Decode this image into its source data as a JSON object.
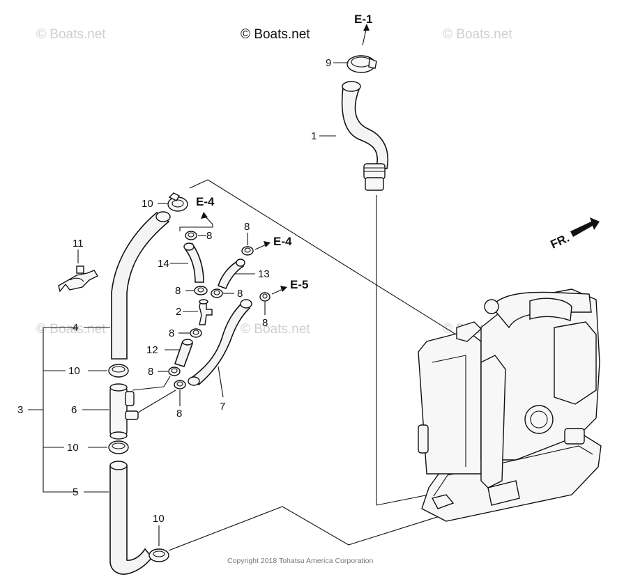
{
  "watermarks": {
    "main": "© Boats.net",
    "faded": "© Boats.net"
  },
  "copyright": "Copyright 2018 Tohatsu America Corporation",
  "references": {
    "e1": "E-1",
    "e4_top": "E-4",
    "e4_right": "E-4",
    "e5": "E-5",
    "front": "FR."
  },
  "labels": {
    "p1": "1",
    "p2": "2",
    "p3": "3",
    "p4": "4",
    "p5": "5",
    "p6": "6",
    "p7": "7",
    "p8_a": "8",
    "p8_b": "8",
    "p8_c": "8",
    "p8_d": "8",
    "p8_e": "8",
    "p8_f": "8",
    "p8_g": "8",
    "p8_h": "8",
    "p9": "9",
    "p10_a": "10",
    "p10_b": "10",
    "p10_c": "10",
    "p10_d": "10",
    "p11": "11",
    "p12": "12",
    "p13": "13",
    "p14": "14"
  }
}
